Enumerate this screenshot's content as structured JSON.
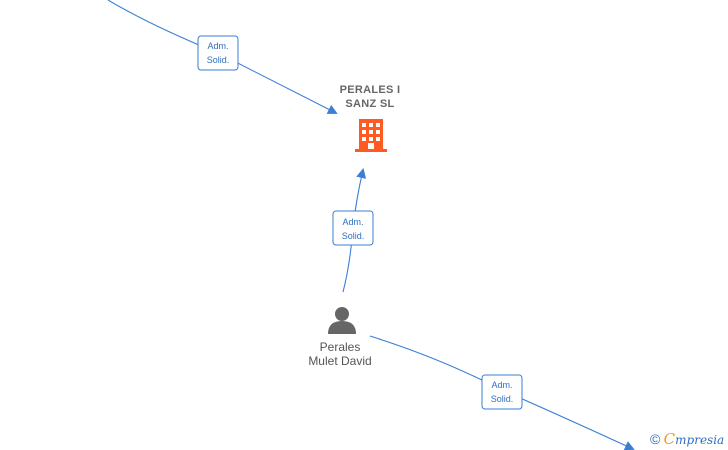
{
  "company": {
    "name_line1": "PERALES I",
    "name_line2": "SANZ  SL",
    "icon": "building-icon",
    "color": "#ff5a1f"
  },
  "person": {
    "name_line1": "Perales",
    "name_line2": "Mulet David",
    "icon": "person-icon",
    "color": "#666666"
  },
  "edges": [
    {
      "label_line1": "Adm.",
      "label_line2": "Solid."
    },
    {
      "label_line1": "Adm.",
      "label_line2": "Solid."
    },
    {
      "label_line1": "Adm.",
      "label_line2": "Solid."
    }
  ],
  "watermark": {
    "copyright": "©",
    "brand_initial": "C",
    "brand_rest": "mpresia"
  },
  "colors": {
    "edge": "#3a7fd5"
  }
}
